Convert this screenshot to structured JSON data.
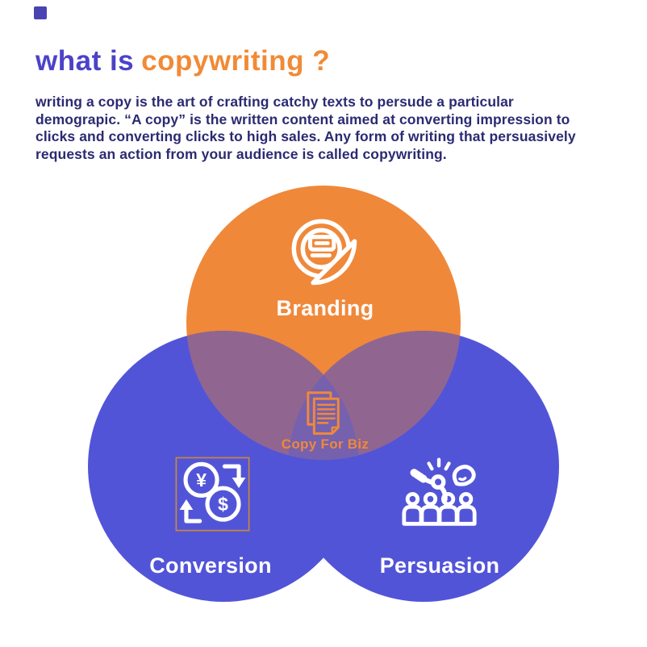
{
  "page": {
    "background_color": "#ffffff"
  },
  "decor": {
    "corner_square_color": "#4A43B2"
  },
  "header": {
    "title_part1": "what is",
    "title_part2": "copywriting ?",
    "title_part1_color": "#4C42C8",
    "title_part2_color": "#F18A36",
    "description": "writing a copy is the art of crafting catchy texts to persude a particular demograpic. “A copy” is the written content aimed at converting impression to clicks and converting clicks to high sales. Any form of writing that persuasively requests an action from your audience is called copywriting.",
    "description_color": "#2B2A72"
  },
  "venn": {
    "type": "venn-diagram",
    "label_color": "#FFFFFF",
    "overlap_two_color": "#906691",
    "overlap_three_color": "#7561AE",
    "circles": [
      {
        "id": "branding",
        "label": "Branding",
        "color": "#F0883A",
        "icon": "sticker-brand-icon",
        "position": "top"
      },
      {
        "id": "conversion",
        "label": "Conversion",
        "color": "#5254D8",
        "icon": "currency-exchange-icon",
        "position": "bottom-left"
      },
      {
        "id": "persuasion",
        "label": "Persuasion",
        "color": "#5254D8",
        "icon": "audience-icon",
        "position": "bottom-right"
      }
    ],
    "center": {
      "label": "Copy For Biz",
      "label_color": "#F0883A",
      "icon": "documents-icon",
      "icon_color": "#F0883A"
    },
    "conversion_icon_frame_color": "#C9873B"
  }
}
